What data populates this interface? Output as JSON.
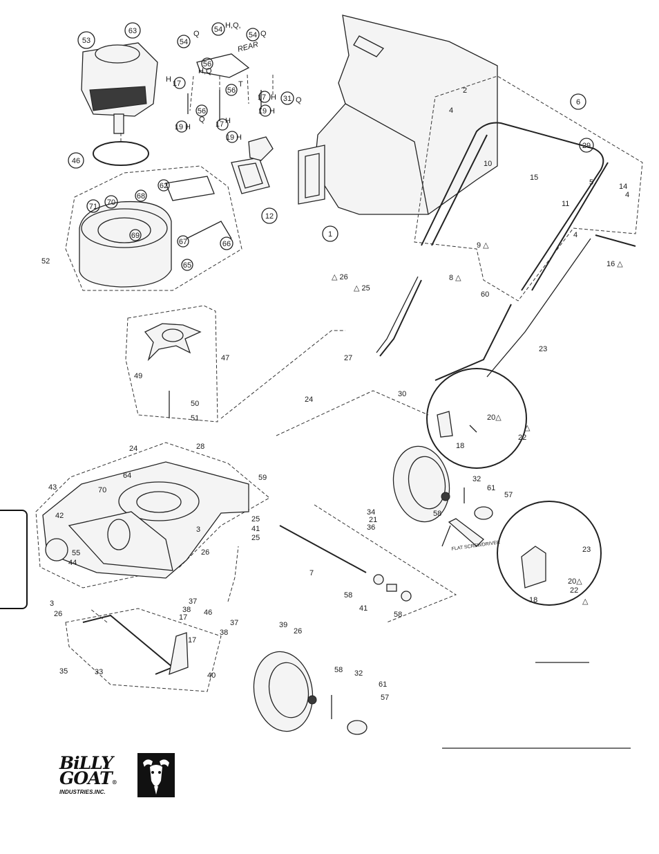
{
  "brand": {
    "line1": "BiLLY",
    "line2": "GOAT",
    "line3": "INDUSTRIES.INC.",
    "registered": "®"
  },
  "annotations": {
    "rear": "REAR",
    "screwdriver": "FLAT SCREWDRIVER"
  },
  "callouts": {
    "c1": "1",
    "c2": "2",
    "c3a": "3",
    "c3b": "3",
    "c4a": "4",
    "c4b": "4",
    "c4c": "4",
    "c5": "5",
    "c6": "6",
    "c7": "7",
    "c8": "8 △",
    "c9": "9 △",
    "c10": "10",
    "c11": "11",
    "c12": "12",
    "c14": "14",
    "c15": "15",
    "c16": "16 △",
    "c17a": "17",
    "c17b": "17",
    "c17c": "17",
    "c17d": "17",
    "c17e": "17",
    "c18a": "18",
    "c18b": "18",
    "c19a": "19",
    "c19b": "19",
    "c19c": "19",
    "c20a": "20△",
    "c20b": "20△",
    "c22a": "22",
    "c22b": "22",
    "c23a": "23",
    "c23b": "23",
    "c24a": "24",
    "c24b": "24",
    "c25a": "△ 25",
    "c25b": "25",
    "c25c": "25",
    "c26a": "△ 26",
    "c26b": "26",
    "c26c": "26",
    "c26d": "26",
    "c27": "27",
    "c28": "28",
    "c29": "29",
    "c30": "30",
    "c31": "31",
    "c32a": "32",
    "c32b": "32",
    "c33": "33",
    "c34": "34",
    "c21": "21",
    "c36": "36",
    "c35": "35",
    "c37a": "37",
    "c37b": "37",
    "c38a": "38",
    "c38b": "38",
    "c39": "39",
    "c40": "40",
    "c41a": "41",
    "c41b": "41",
    "c42": "42",
    "c43": "43",
    "c44": "44",
    "c46a": "46",
    "c46b": "46",
    "c47": "47",
    "c49": "49",
    "c50": "50",
    "c51": "51",
    "c52": "52",
    "c53": "53",
    "c54a": "54",
    "c54b": "54",
    "c54c": "54",
    "c55": "55",
    "c56a": "56",
    "c56b": "56",
    "c56c": "56",
    "c57a": "57",
    "c57b": "57",
    "c58a": "58",
    "c58b": "58",
    "c58c": "58",
    "c58d": "58",
    "c59": "59",
    "c60": "60",
    "c61a": "61",
    "c61b": "61",
    "c62": "62",
    "c63": "63",
    "c64": "64",
    "c65": "65",
    "c66": "66",
    "c67": "67",
    "c68": "68",
    "c69": "69",
    "c70a": "70",
    "c70b": "70",
    "c71": "71",
    "q1": "Q",
    "q2": "H,Q,",
    "q3": "Q",
    "hq": "H,Q",
    "h1": "H",
    "h2": "H",
    "h3": "H",
    "h4": "H",
    "h5": "H",
    "h6": "H",
    "q4": "Q",
    "q5": "Q",
    "t1": "T",
    "tri1": "△",
    "tri2": "△"
  }
}
